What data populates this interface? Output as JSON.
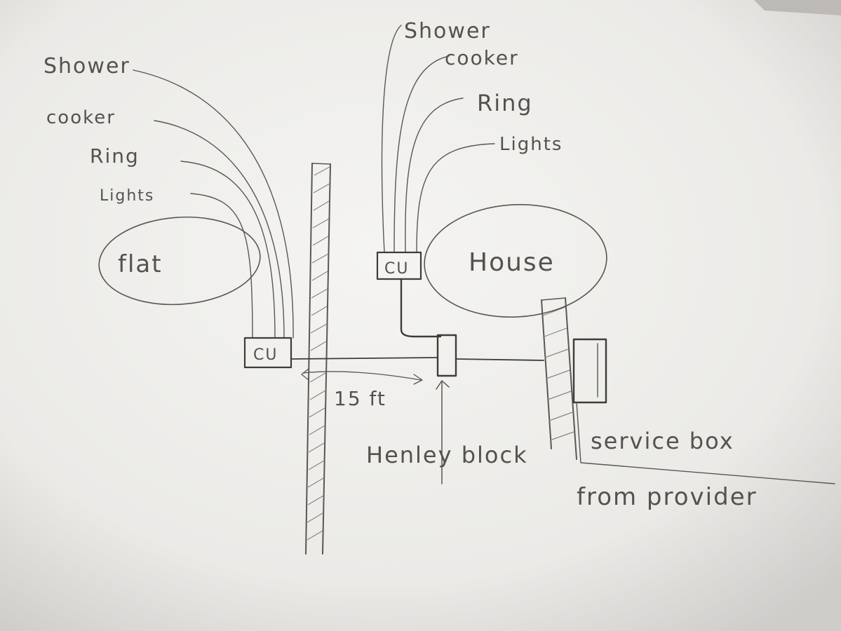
{
  "flat": {
    "label": "flat",
    "circuits": [
      "Shower",
      "cooker",
      "Ring",
      "Lights"
    ],
    "consumer_unit": "CU"
  },
  "house": {
    "label": "House",
    "circuits": [
      "Shower",
      "cooker",
      "Ring",
      "Lights"
    ],
    "consumer_unit": "CU"
  },
  "distance": "15 ft",
  "henley_block": "Henley block",
  "service_box": "service box",
  "from_provider": "from provider",
  "colors": {
    "paper": "#f2f1ef",
    "pencil": "#55524e"
  }
}
